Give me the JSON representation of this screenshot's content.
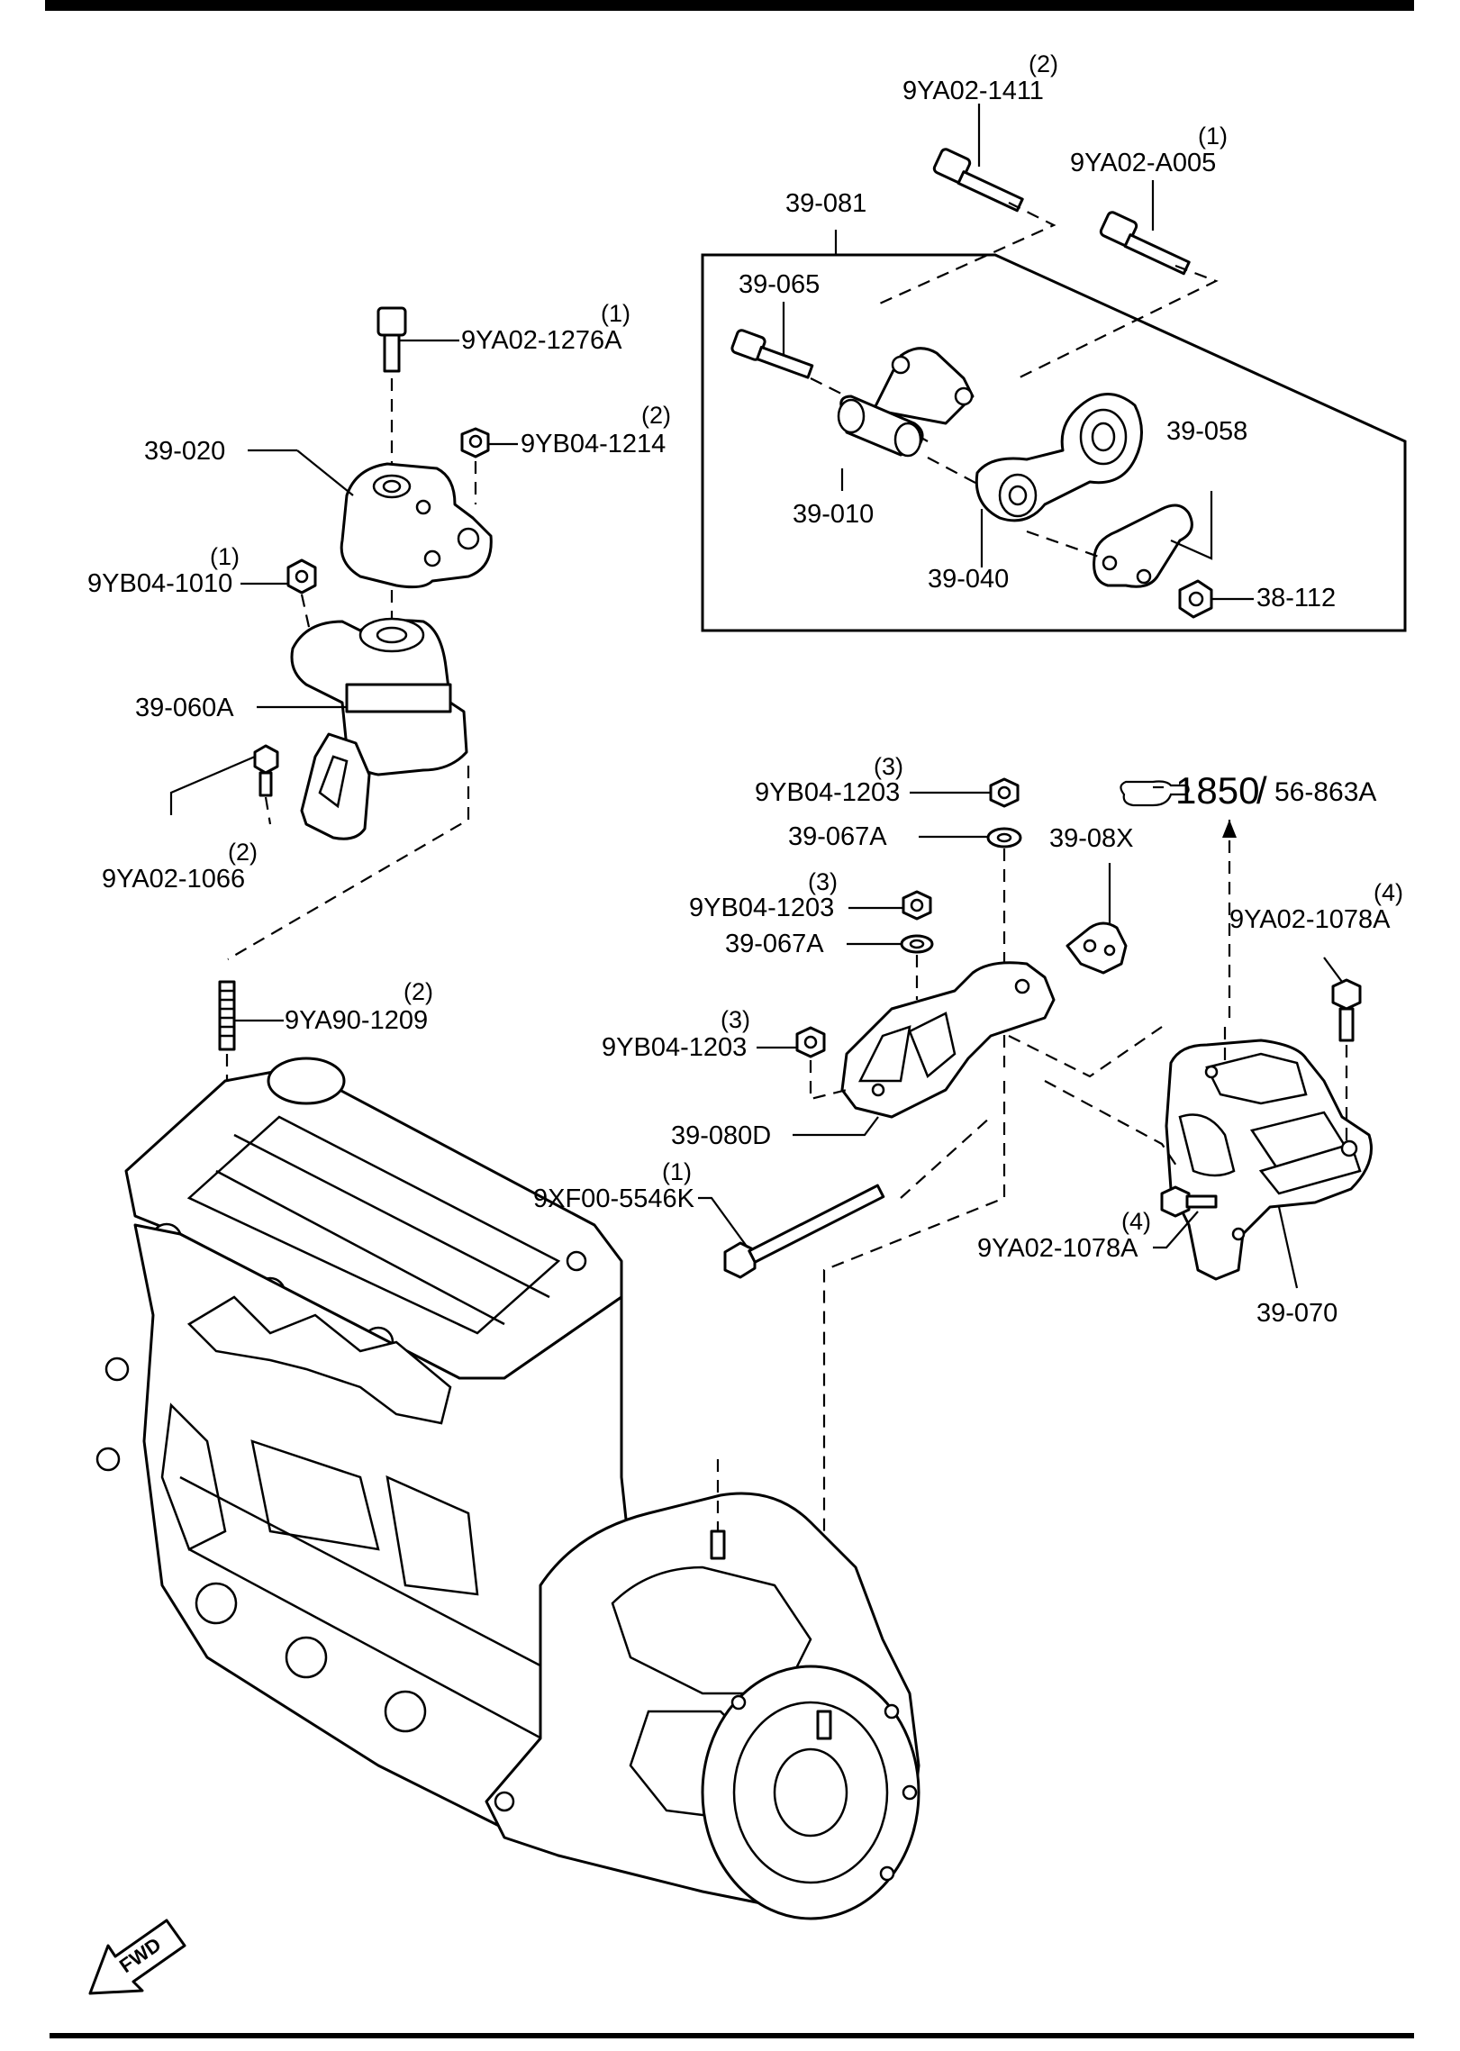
{
  "diagram": {
    "arrow_ref": {
      "main": "1850",
      "sep": "/",
      "sub": "56-863A"
    },
    "fwd_label": "FWD",
    "labels": {
      "p9YA02_1411": {
        "code": "9YA02-1411",
        "qty": "(2)"
      },
      "p9YA02_A005": {
        "code": "9YA02-A005",
        "qty": "(1)"
      },
      "p39_081": {
        "code": "39-081"
      },
      "p39_065": {
        "code": "39-065"
      },
      "p39_058": {
        "code": "39-058"
      },
      "p39_010": {
        "code": "39-010"
      },
      "p39_040": {
        "code": "39-040"
      },
      "p38_112": {
        "code": "38-112"
      },
      "p9YA02_1276A": {
        "code": "9YA02-1276A",
        "qty": "(1)"
      },
      "p9YB04_1214": {
        "code": "9YB04-1214",
        "qty": "(2)"
      },
      "p39_020": {
        "code": "39-020"
      },
      "p9YB04_1010": {
        "code": "9YB04-1010",
        "qty": "(1)"
      },
      "p39_060A": {
        "code": "39-060A"
      },
      "p9YA02_1066": {
        "code": "9YA02-1066",
        "qty": "(2)"
      },
      "p9YB04_1203_a": {
        "code": "9YB04-1203",
        "qty": "(3)"
      },
      "p39_067A_a": {
        "code": "39-067A"
      },
      "p39_08X": {
        "code": "39-08X"
      },
      "p9YB04_1203_b": {
        "code": "9YB04-1203",
        "qty": "(3)"
      },
      "p39_067A_b": {
        "code": "39-067A"
      },
      "p9YA02_1078A_a": {
        "code": "9YA02-1078A",
        "qty": "(4)"
      },
      "p9YA90_1209": {
        "code": "9YA90-1209",
        "qty": "(2)"
      },
      "p9YB04_1203_c": {
        "code": "9YB04-1203",
        "qty": "(3)"
      },
      "p39_080D": {
        "code": "39-080D"
      },
      "p9XF00_5546K": {
        "code": "9XF00-5546K",
        "qty": "(1)"
      },
      "p9YA02_1078A_b": {
        "code": "9YA02-1078A",
        "qty": "(4)"
      },
      "p39_070": {
        "code": "39-070"
      }
    }
  }
}
